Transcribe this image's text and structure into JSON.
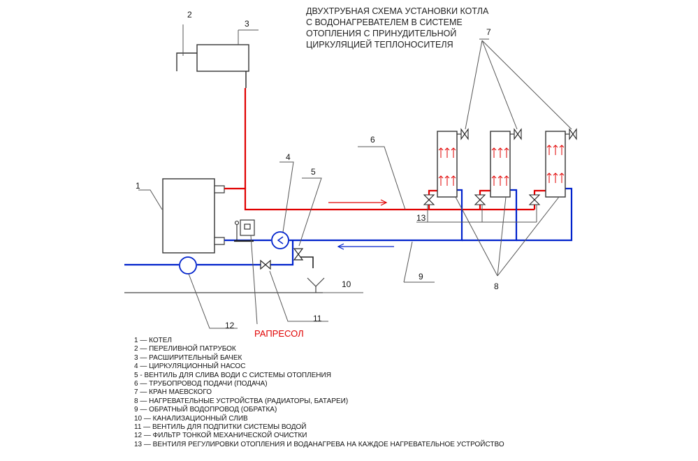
{
  "title": {
    "lines": [
      "ДВУХТРУБНАЯ СХЕМА УСТАНОВКИ КОТЛА",
      "С ВОДОНАГРЕВАТЕЛЕМ В СИСТЕМЕ",
      "ОТОПЛЕНИЯ С ПРИНУДИТЕЛЬНОЙ",
      "ЦИРКУЛЯЦИЕЙ ТЕПЛОНОСИТЕЛЯ"
    ]
  },
  "callouts": {
    "n1": "1",
    "n2": "2",
    "n3": "3",
    "n4": "4",
    "n5": "5",
    "n6": "6",
    "n7": "7",
    "n8": "8",
    "n9": "9",
    "n10": "10",
    "n11": "11",
    "n12": "12",
    "n13": "13"
  },
  "rapresol_label": "РАПРЕСОЛ",
  "colors": {
    "supply": "#e00000",
    "return": "#0022cc",
    "line": "#555555",
    "equipment": "#222222"
  },
  "legend": [
    "1 — КОТЕЛ",
    "2 — ПЕРЕЛИВНОЙ ПАТРУБОК",
    "3 — РАСШИРИТЕЛЬНЫЙ БАЧЕК",
    "4 — ЦИРКУЛЯЦИОННЫЙ НАСОС",
    "5 -   ВЕНТИЛЬ ДЛЯ СЛИВА ВОДИ С  СИСТЕМЫ ОТОПЛЕНИЯ",
    "6 — ТРУБОПРОВОД ПОДАЧИ (ПОДАЧА)",
    "7 — КРАН МАЕВСКОГО",
    "8 — НАГРЕВАТЕЛЬНЫЕ УСТРОЙСТВА (РАДИАТОРЫ, БАТАРЕИ)",
    "9 — ОБРАТНЫЙ ВОДОПРОВОД (ОБРАТКА)",
    "10 — КАНАЛИЗАЦИОННЫЙ СЛИВ",
    "11 — ВЕНТИЛЬ ДЛЯ ПОДПИТКИ СИСТЕМЫ ВОДОЙ",
    "12 — ФИЛЬТР ТОНКОЙ МЕХАНИЧЕСКОЙ ОЧИСТКИ",
    "13 — ВЕНТИЛЯ РЕГУЛИРОВКИ ОТОПЛЕНИЯ И ВОДАНАГРЕВА  НА КАЖДОЕ НАГРЕВАТЕЛЬНОЕ УСТРОЙСТВО"
  ]
}
